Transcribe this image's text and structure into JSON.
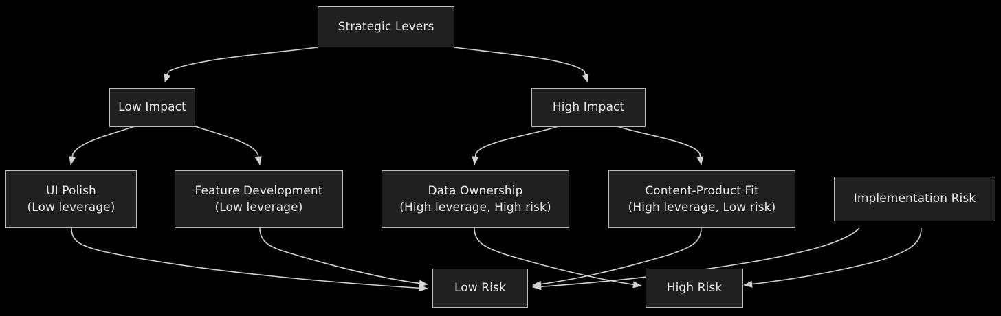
{
  "diagram": {
    "title": "Strategic Levers decision flowchart",
    "background_color": "#000000",
    "node_fill_color": "#1f2020",
    "node_border_color": "#bdbdbd",
    "node_text_color": "#e8e8e8",
    "edge_color": "#d3d3d3",
    "direction": "top-down"
  },
  "nodes": {
    "root": {
      "label": "Strategic Levers"
    },
    "low_impact": {
      "label": "Low Impact"
    },
    "high_impact": {
      "label": "High Impact"
    },
    "ui_polish": {
      "line1": "UI Polish",
      "line2": "(Low leverage)"
    },
    "feature_development": {
      "line1": "Feature Development",
      "line2": "(Low leverage)"
    },
    "data_ownership": {
      "line1": "Data Ownership",
      "line2": "(High leverage, High risk)"
    },
    "content_product_fit": {
      "line1": "Content-Product Fit",
      "line2": "(High leverage, Low risk)"
    },
    "implementation_risk": {
      "label": "Implementation Risk"
    },
    "low_risk": {
      "label": "Low Risk"
    },
    "high_risk": {
      "label": "High Risk"
    }
  },
  "edges": [
    {
      "from": "Strategic Levers",
      "to": "Low Impact"
    },
    {
      "from": "Strategic Levers",
      "to": "High Impact"
    },
    {
      "from": "Low Impact",
      "to": "UI Polish"
    },
    {
      "from": "Low Impact",
      "to": "Feature Development"
    },
    {
      "from": "High Impact",
      "to": "Data Ownership"
    },
    {
      "from": "High Impact",
      "to": "Content-Product Fit"
    },
    {
      "from": "UI Polish",
      "to": "Low Risk"
    },
    {
      "from": "Feature Development",
      "to": "Low Risk"
    },
    {
      "from": "Data Ownership",
      "to": "High Risk"
    },
    {
      "from": "Content-Product Fit",
      "to": "Low Risk"
    },
    {
      "from": "Implementation Risk",
      "to": "High Risk"
    },
    {
      "from": "Implementation Risk",
      "to": "Low Risk"
    }
  ]
}
